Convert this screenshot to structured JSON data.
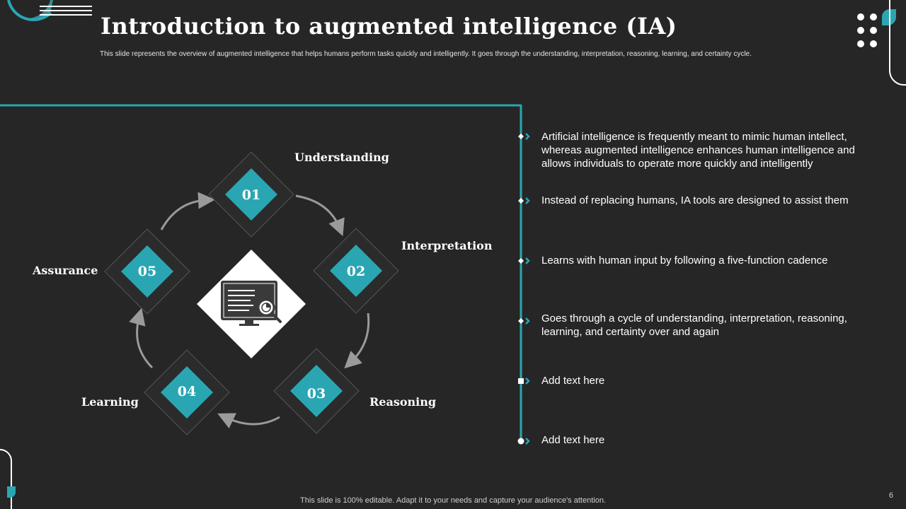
{
  "slide": {
    "title": "Introduction to augmented intelligence (IA)",
    "subtitle": "This slide represents the overview of augmented intelligence that helps humans perform tasks quickly and intelligently.  It goes through the understanding, interpretation, reasoning, learning, and certainty cycle.",
    "footer": "This slide is 100% editable. Adapt it to your needs and capture your audience's attention.",
    "page_number": "6"
  },
  "colors": {
    "accent": "#2aa6b3",
    "background": "#262626",
    "arrow": "#9a9a9a"
  },
  "cycle": {
    "center_icon": "monitor-analytics-icon",
    "steps": [
      {
        "number": "01",
        "label": "Understanding"
      },
      {
        "number": "02",
        "label": "Interpretation"
      },
      {
        "number": "03",
        "label": "Reasoning"
      },
      {
        "number": "04",
        "label": "Learning"
      },
      {
        "number": "05",
        "label": "Assurance"
      }
    ]
  },
  "bullets": [
    {
      "text": "Artificial intelligence is frequently  meant to mimic human intellect, whereas augmented intelligence enhances human intelligence and allows individuals to operate more quickly  and intelligently"
    },
    {
      "text": "Instead  of replacing humans,  IA tools are designed to assist them"
    },
    {
      "text": "Learns with  human input by following  a five-function  cadence"
    },
    {
      "text": "Goes through  a cycle of understanding,  interpretation,  reasoning, learning,  and certainty  over and again"
    },
    {
      "text": "Add text here"
    },
    {
      "text": "Add text here"
    }
  ]
}
